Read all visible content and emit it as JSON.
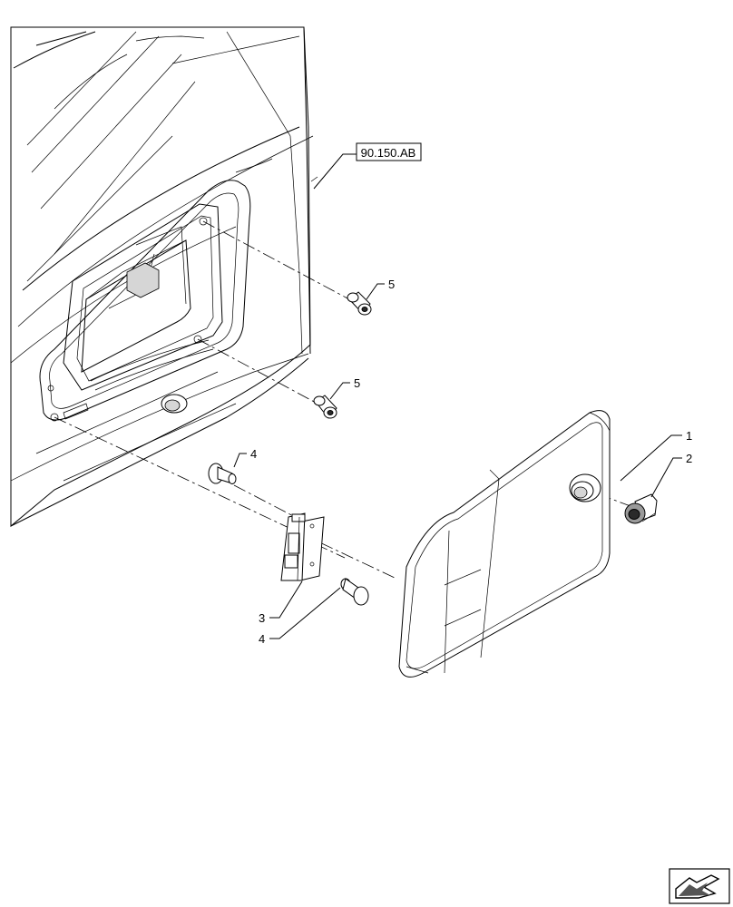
{
  "reference": {
    "label": "90.150.AB"
  },
  "callouts": [
    {
      "id": "cover",
      "label": "1"
    },
    {
      "id": "knob",
      "label": "2"
    },
    {
      "id": "hinge",
      "label": "3"
    },
    {
      "id": "rivet-upper",
      "label": "4"
    },
    {
      "id": "rivet-lower",
      "label": "4"
    },
    {
      "id": "nut-upper",
      "label": "5"
    },
    {
      "id": "nut-lower",
      "label": "5"
    }
  ],
  "nav": {
    "icon": "next-page-arrow-icon"
  }
}
